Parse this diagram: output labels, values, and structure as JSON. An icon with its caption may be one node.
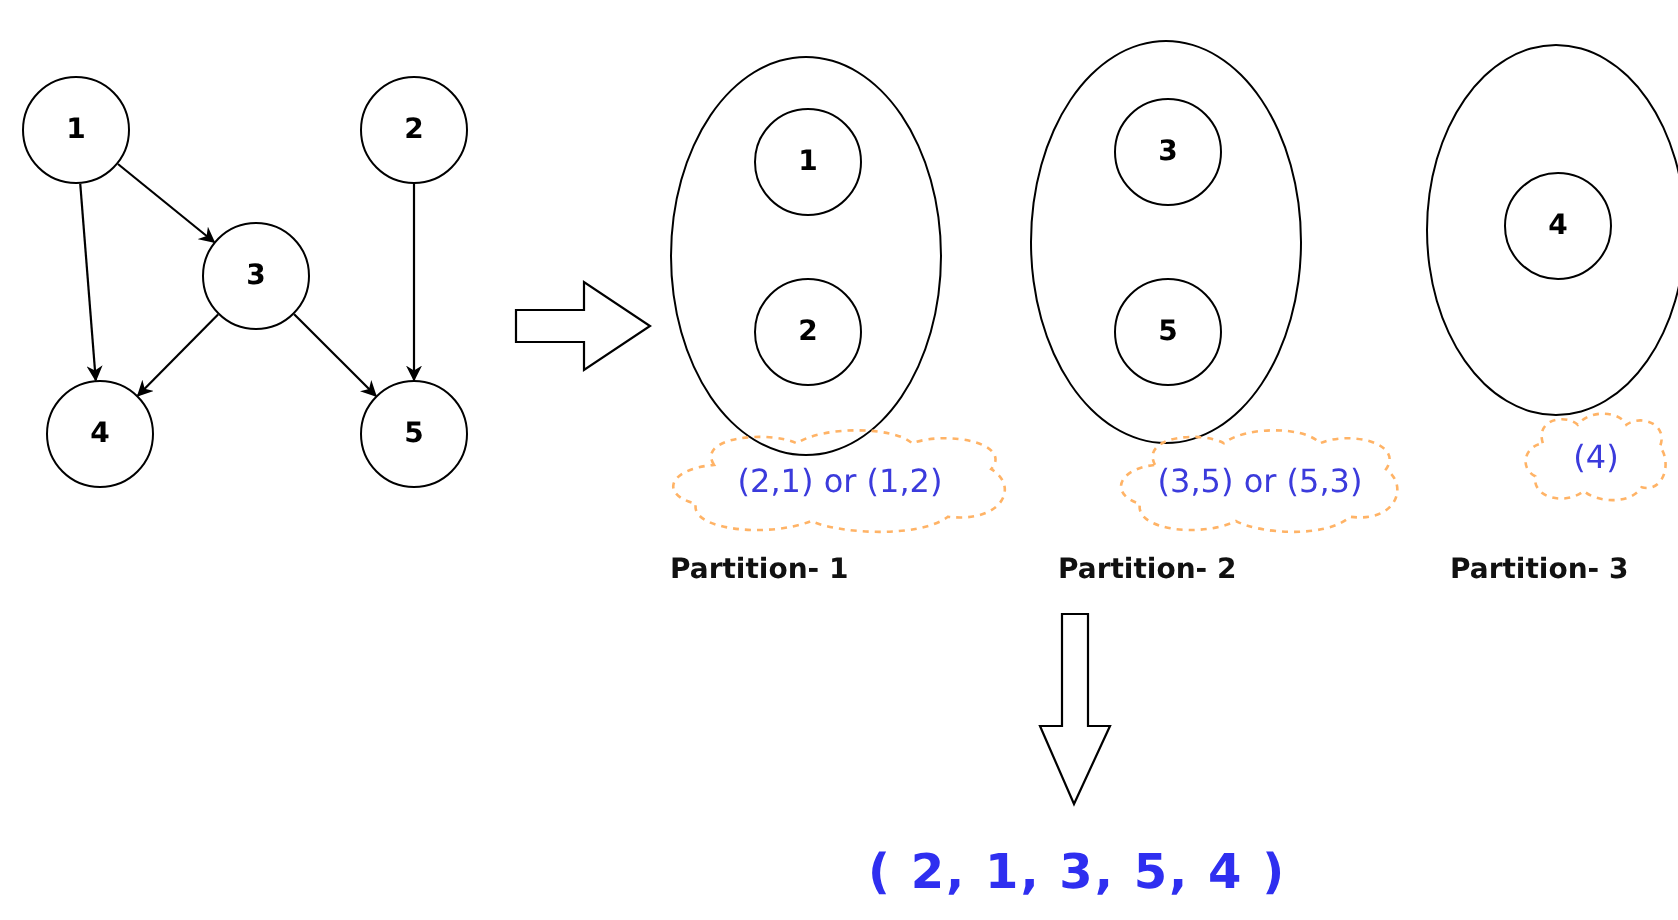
{
  "diagram": {
    "nodes": [
      {
        "text": [
          "1"
        ]
      },
      {
        "text": [
          "2"
        ]
      },
      {
        "text": [
          "3"
        ]
      },
      {
        "text": [
          "4"
        ]
      },
      {
        "text": [
          "5"
        ]
      },
      {
        "text": [],
        "shape": "ellipse"
      },
      {
        "text": [
          "1"
        ],
        "in": 5
      },
      {
        "text": [
          "2"
        ],
        "in": 5
      },
      {
        "text": [
          "(2,1) or (1,2)"
        ]
      },
      {
        "text": [],
        "shape": "ellipse"
      },
      {
        "text": [
          "3"
        ],
        "in": 9
      },
      {
        "text": [
          "5"
        ],
        "in": 9
      },
      {
        "text": [
          "(3,5) or (5,3)"
        ]
      },
      {
        "text": [],
        "shape": "ellipse"
      },
      {
        "text": [
          "4"
        ],
        "in": 13
      },
      {
        "text": [
          "(4)"
        ]
      }
    ],
    "edges": [
      {
        "from": 0,
        "to": 3,
        "arrow": "to"
      },
      {
        "from": 0,
        "to": 2,
        "arrow": "to"
      },
      {
        "from": 2,
        "to": 3,
        "arrow": "to"
      },
      {
        "from": 2,
        "to": 4,
        "arrow": "to"
      },
      {
        "from": 1,
        "to": 4,
        "arrow": "to"
      }
    ],
    "labels": [
      "Partition- 1",
      "Partition- 2",
      "Partition- 3",
      "( 2, 1, 3, 5, 4 )"
    ]
  }
}
